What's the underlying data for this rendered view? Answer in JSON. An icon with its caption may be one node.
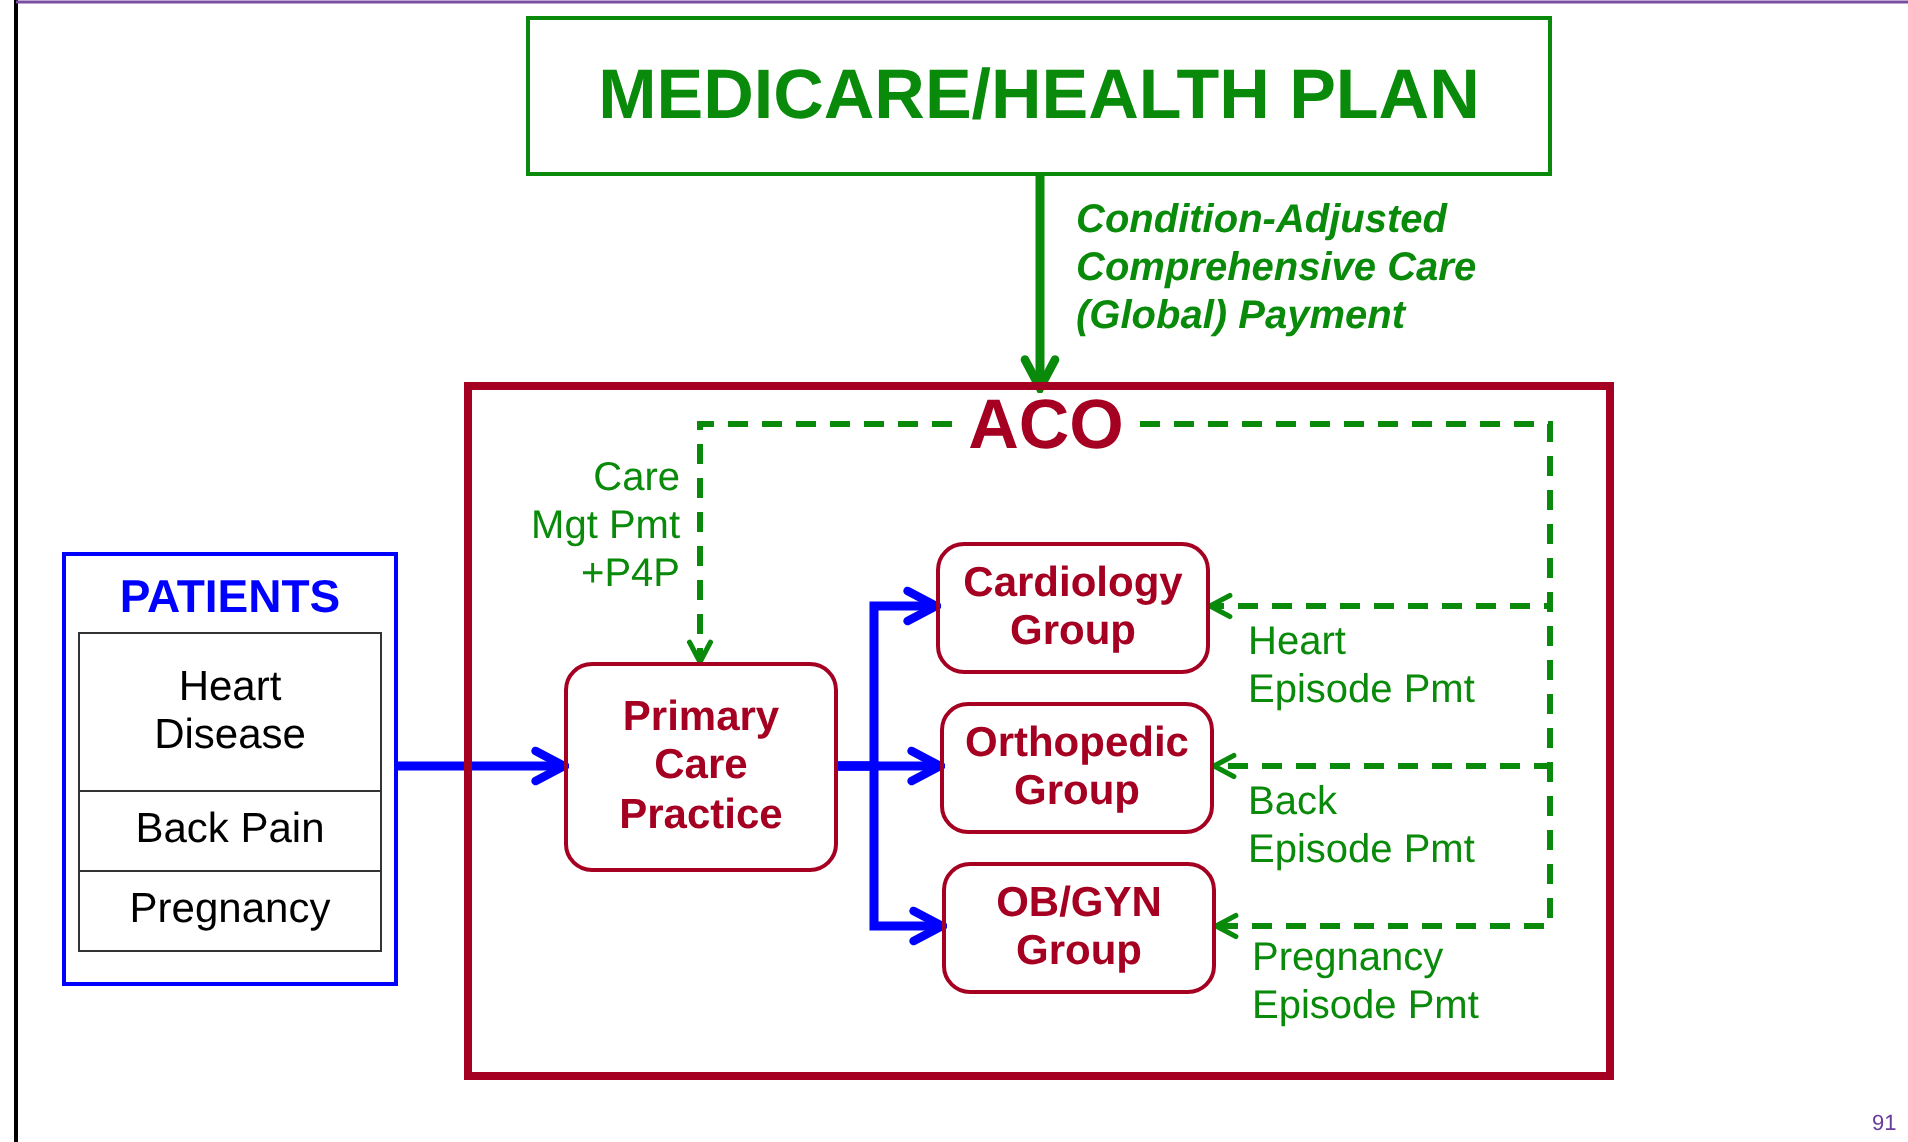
{
  "diagram": {
    "nodes": [
      {
        "text": [
          "MEDICARE/HEALTH PLAN"
        ]
      },
      {
        "text": [
          "ACO"
        ]
      },
      {
        "text": [
          "PATIENTS"
        ]
      },
      {
        "text": [
          "Heart Disease"
        ],
        "in": 2
      },
      {
        "text": [
          "Back Pain"
        ],
        "in": 2
      },
      {
        "text": [
          "Pregnancy"
        ],
        "in": 2
      },
      {
        "text": [
          "Primary Care Practice"
        ],
        "in": 1
      },
      {
        "text": [
          "Cardiology Group"
        ],
        "in": 1
      },
      {
        "text": [
          "Orthopedic Group"
        ],
        "in": 1
      },
      {
        "text": [
          "OB/GYN Group"
        ],
        "in": 1
      }
    ],
    "edges": [
      {
        "from": 0,
        "to": 1,
        "arrow": "to",
        "label": "Condition-Adjusted Comprehensive Care (Global) Payment"
      },
      {
        "from": 2,
        "to": 6,
        "arrow": "to",
        "color": "#0000ff"
      },
      {
        "from": 6,
        "to": 7,
        "arrow": "to",
        "color": "#0000ff"
      },
      {
        "from": 6,
        "to": 8,
        "arrow": "to",
        "color": "#0000ff"
      },
      {
        "from": 6,
        "to": 9,
        "arrow": "to",
        "color": "#0000ff"
      },
      {
        "from": 1,
        "to": 6,
        "arrow": "to",
        "style": "dashed",
        "label": "Care Mgt Pmt +P4P"
      },
      {
        "from": 1,
        "to": 7,
        "arrow": "to",
        "style": "dashed",
        "label": "Heart Episode Pmt"
      },
      {
        "from": 1,
        "to": 8,
        "arrow": "to",
        "style": "dashed",
        "label": "Back Episode Pmt"
      },
      {
        "from": 1,
        "to": 9,
        "arrow": "to",
        "style": "dashed",
        "label": "Pregnancy Episode Pmt"
      }
    ],
    "labels": [
      "91"
    ]
  }
}
